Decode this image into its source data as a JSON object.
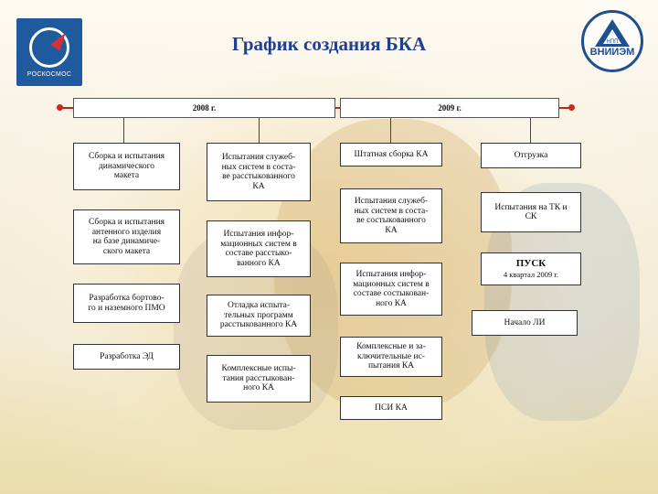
{
  "header": {
    "title": "График создания БКА",
    "left_logo_caption": "РОСКОСМОС",
    "right_logo_sub": "НПП",
    "right_logo_mark": "ВНИИЭМ"
  },
  "timeline": {
    "year_2008": "2008 г.",
    "year_2009": "2009 г."
  },
  "col1": [
    "Сборка и испытания\nдинамического\nмакета",
    "Сборка  и испытания\nантенного изделия\nна базе динамиче-\nского макета",
    "Разработка бортово-\nго и наземного ПМО",
    "Разработка ЭД"
  ],
  "col2": [
    "Испытания служеб-\nных систем в соста-\nве расстыкованного\nКА",
    "Испытания инфор-\nмационных систем в\nсоставе расстыко-\nванного КА",
    "Отладка испыта-\nтельных программ\nрасстыкованного КА",
    "Комплексные испы-\nтания расстыкован-\nного КА"
  ],
  "col3": [
    "Штатная сборка КА",
    "Испытания служеб-\nных систем в соста-\nве состыкованного\nКА",
    "Испытания инфор-\nмационных систем в\nсоставе состыкован-\nного КА",
    "Комплексные и за-\nключительные ис-\nпытания КА",
    "ПСИ КА"
  ],
  "col4": {
    "shipment": "Отгрузка",
    "tk_tests": "Испытания на ТК и\nСК",
    "launch": "ПУСК",
    "launch_date": "4 квартал 2009 г.",
    "lifecycle_start": "Начало ЛИ"
  }
}
